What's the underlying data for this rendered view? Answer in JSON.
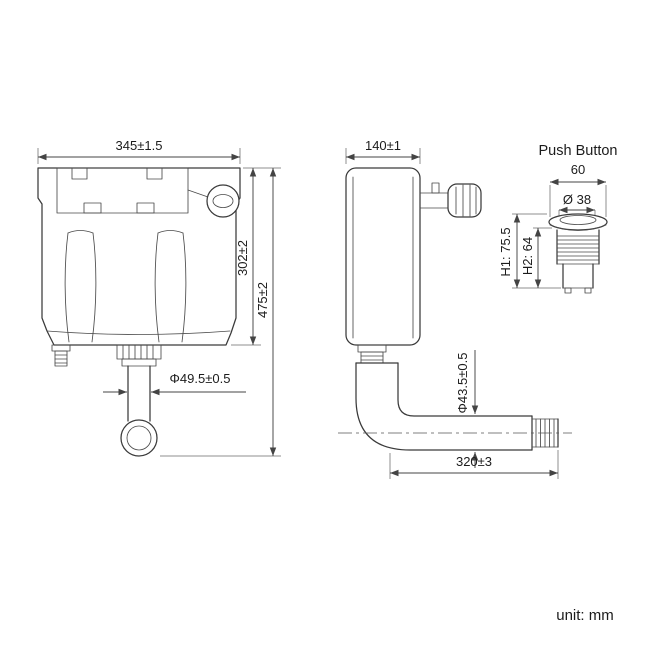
{
  "page": {
    "unit": "unit: mm"
  },
  "front_view": {
    "width": "345±1.5",
    "body_height": "302±2",
    "total_height": "475±2",
    "outlet_diameter": "Φ49.5±0.5"
  },
  "side_view": {
    "depth": "140±1",
    "pipe_diameter": "Φ43.5±0.5",
    "pipe_length": "320±3"
  },
  "push_button": {
    "title": "Push Button",
    "width": "60",
    "button_diameter": "Ø 38",
    "h1": "H1: 75.5",
    "h2": "H2: 64"
  }
}
